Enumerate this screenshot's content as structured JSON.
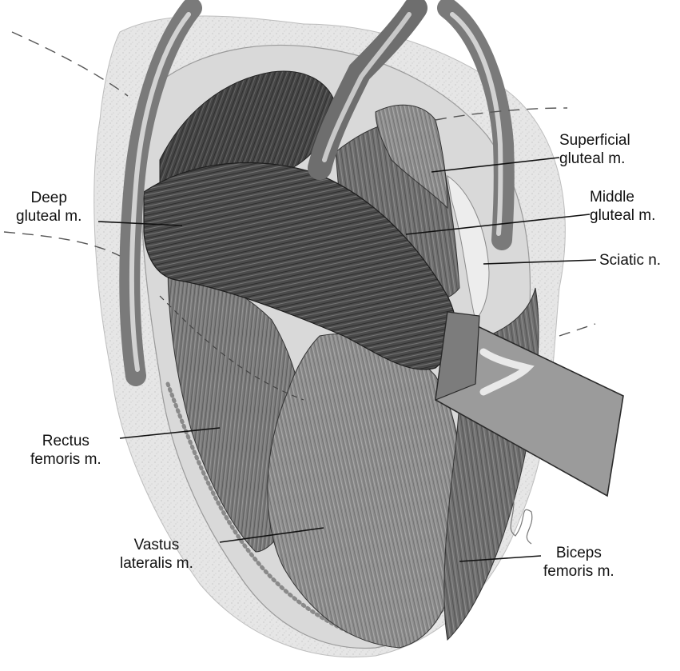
{
  "labels": {
    "superficial_gluteal": [
      "Superficial",
      "gluteal m."
    ],
    "middle_gluteal": [
      "Middle",
      "gluteal m."
    ],
    "sciatic": [
      "Sciatic n."
    ],
    "deep_gluteal": [
      "Deep",
      "gluteal m."
    ],
    "rectus_femoris": [
      "Rectus",
      "femoris m."
    ],
    "vastus_lateralis": [
      "Vastus",
      "lateralis m."
    ],
    "biceps_femoris": [
      "Biceps",
      "femoris m."
    ]
  },
  "colors": {
    "skin_drape": "#e3e3e3",
    "muscle_dark": "#3a3a3a",
    "muscle_mid": "#6b6b6b",
    "muscle_light": "#9a9a9a",
    "retractor": "#8f8f8f",
    "retractor_highlight": "#cfcfcf",
    "nerve": "#e8e8e8",
    "leader_line": "#111111",
    "incision_dash": "#555555"
  }
}
